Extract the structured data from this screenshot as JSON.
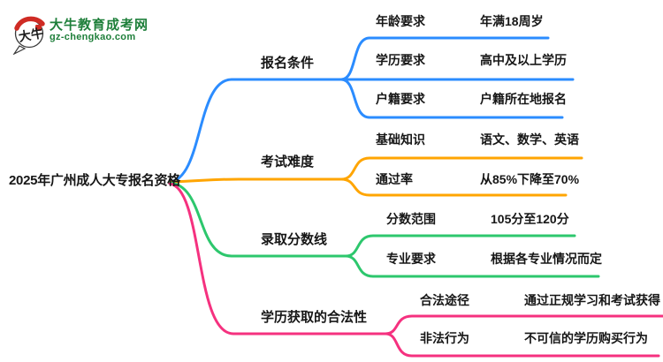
{
  "logo": {
    "title": "大牛教育成考网",
    "subtitle": "gz-chengkao.com",
    "bubble_text": "大牛",
    "brand_green": "#1e7f3a",
    "brand_red": "#cf2b24"
  },
  "colors": {
    "blue": "#2b8cff",
    "orange": "#ffa502",
    "green": "#2dc76d",
    "pink": "#f5317f",
    "text": "#161616"
  },
  "root": {
    "label": "2025年广州成人大专报名资格"
  },
  "branches": [
    {
      "label": "报名条件",
      "color": "#2b8cff",
      "children": [
        {
          "label": "年龄要求",
          "value": "年满18周岁"
        },
        {
          "label": "学历要求",
          "value": "高中及以上学历"
        },
        {
          "label": "户籍要求",
          "value": "户籍所在地报名"
        }
      ]
    },
    {
      "label": "考试难度",
      "color": "#ffa502",
      "children": [
        {
          "label": "基础知识",
          "value": "语文、数学、英语"
        },
        {
          "label": "通过率",
          "value": "从85%下降至70%"
        }
      ]
    },
    {
      "label": "录取分数线",
      "color": "#2dc76d",
      "children": [
        {
          "label": "分数范围",
          "value": "105分至120分"
        },
        {
          "label": "专业要求",
          "value": "根据各专业情况而定"
        }
      ]
    },
    {
      "label": "学历获取的合法性",
      "color": "#f5317f",
      "children": [
        {
          "label": "合法途径",
          "value": "通过正规学习和考试获得"
        },
        {
          "label": "非法行为",
          "value": "不可信的学历购买行为"
        }
      ]
    }
  ]
}
